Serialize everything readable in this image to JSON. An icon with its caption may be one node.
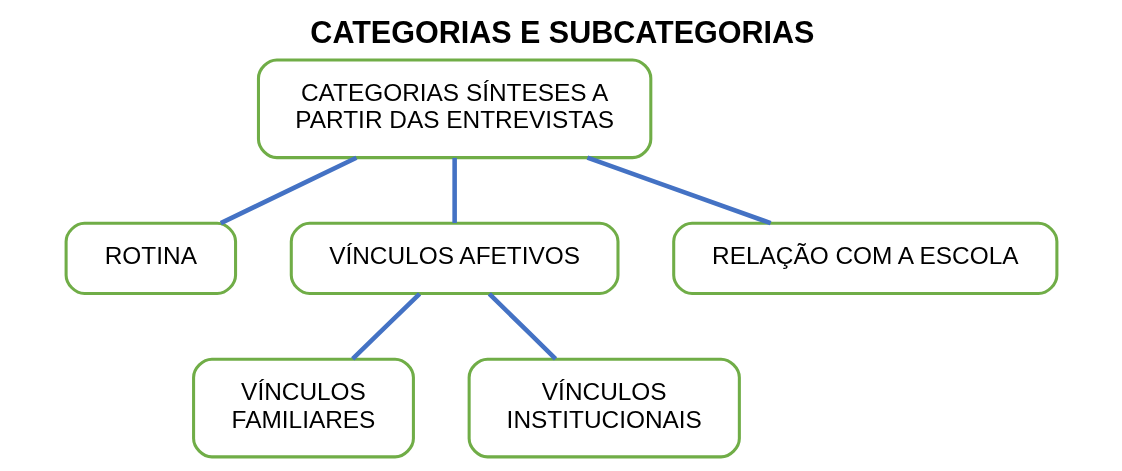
{
  "diagram": {
    "title": "CATEGORIAS E SUBCATEGORIAS",
    "nodes": [
      {
        "text": [
          "CATEGORIAS SÍNTESES A PARTIR DAS ENTREVISTAS"
        ]
      },
      {
        "text": [
          "ROTINA"
        ]
      },
      {
        "text": [
          "VÍNCULOS AFETIVOS"
        ]
      },
      {
        "text": [
          "RELAÇÃO COM A ESCOLA"
        ]
      },
      {
        "text": [
          "VÍNCULOS FAMILIARES"
        ]
      },
      {
        "text": [
          "VÍNCULOS INSTITUCIONAIS"
        ]
      }
    ],
    "edges": [
      {
        "from": 0,
        "to": 1,
        "arrow": "none"
      },
      {
        "from": 0,
        "to": 2,
        "arrow": "none"
      },
      {
        "from": 0,
        "to": 3,
        "arrow": "none"
      },
      {
        "from": 2,
        "to": 4,
        "arrow": "none"
      },
      {
        "from": 2,
        "to": 5,
        "arrow": "none"
      }
    ]
  }
}
